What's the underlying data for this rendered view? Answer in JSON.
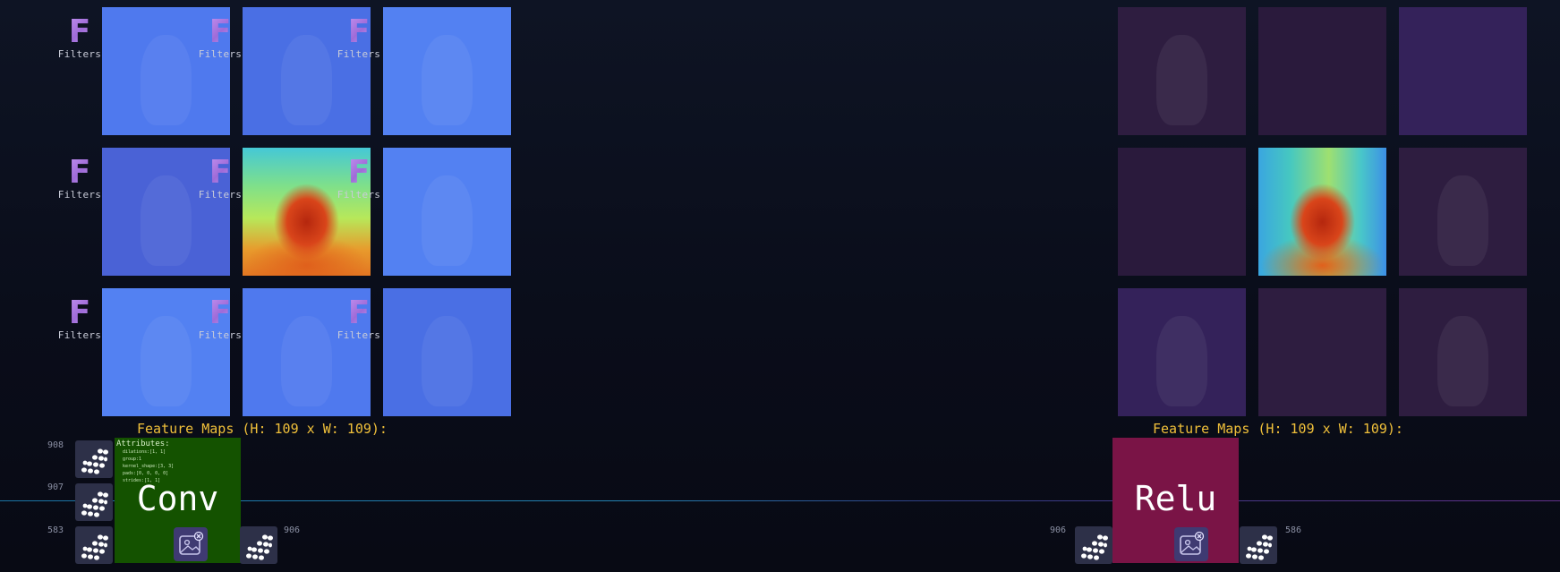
{
  "left_panel": {
    "filter_badges": [
      {
        "letter": "F",
        "label": "Filters"
      },
      {
        "letter": "F",
        "label": "Filters"
      },
      {
        "letter": "F",
        "label": "Filters"
      },
      {
        "letter": "F",
        "label": "Filters"
      },
      {
        "letter": "F",
        "label": "Filters"
      },
      {
        "letter": "F",
        "label": "Filters"
      },
      {
        "letter": "F",
        "label": "Filters"
      },
      {
        "letter": "F",
        "label": "Filters"
      },
      {
        "letter": "F",
        "label": "Filters"
      }
    ],
    "feature_maps_label": "Feature Maps (H: 109 x W: 109):"
  },
  "right_panel": {
    "feature_maps_label": "Feature Maps (H: 109 x W: 109):"
  },
  "conv_node": {
    "name": "Conv",
    "attributes_title": "Attributes:",
    "attributes": [
      "dilations:[1, 1]",
      "group:1",
      "kernel_shape:[3, 3]",
      "pads:[0, 0, 0, 0]",
      "strides:[1, 1]"
    ],
    "input_ids": [
      "908",
      "907",
      "583"
    ],
    "output_id": "906"
  },
  "relu_node": {
    "name": "Relu",
    "input_id": "906",
    "output_id": "586"
  },
  "colors": {
    "conv": "#145200",
    "relu": "#7a1446",
    "label": "#f0c03a",
    "edge_left": "#2aa0d8",
    "edge_right": "#7a3aa8"
  }
}
